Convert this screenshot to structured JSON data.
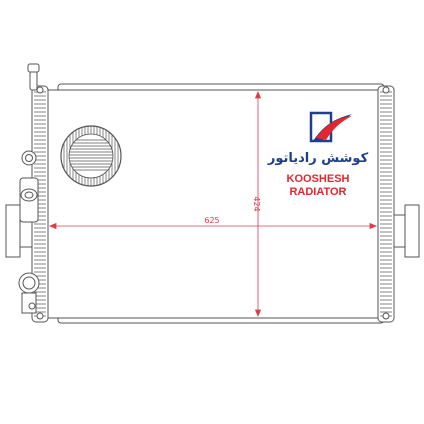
{
  "product": {
    "brand_persian": "کوشش رادیاتور",
    "brand_line1": "KOOSHESH",
    "brand_line2": "RADIATOR"
  },
  "dimensions": {
    "width_label": "625",
    "height_label": "424"
  },
  "colors": {
    "line": "#555555",
    "dimension": "#e03a4a",
    "brand_red": "#e3262f",
    "brand_blue": "#1f3f8c",
    "fin_fill": "#f4f4f4"
  }
}
